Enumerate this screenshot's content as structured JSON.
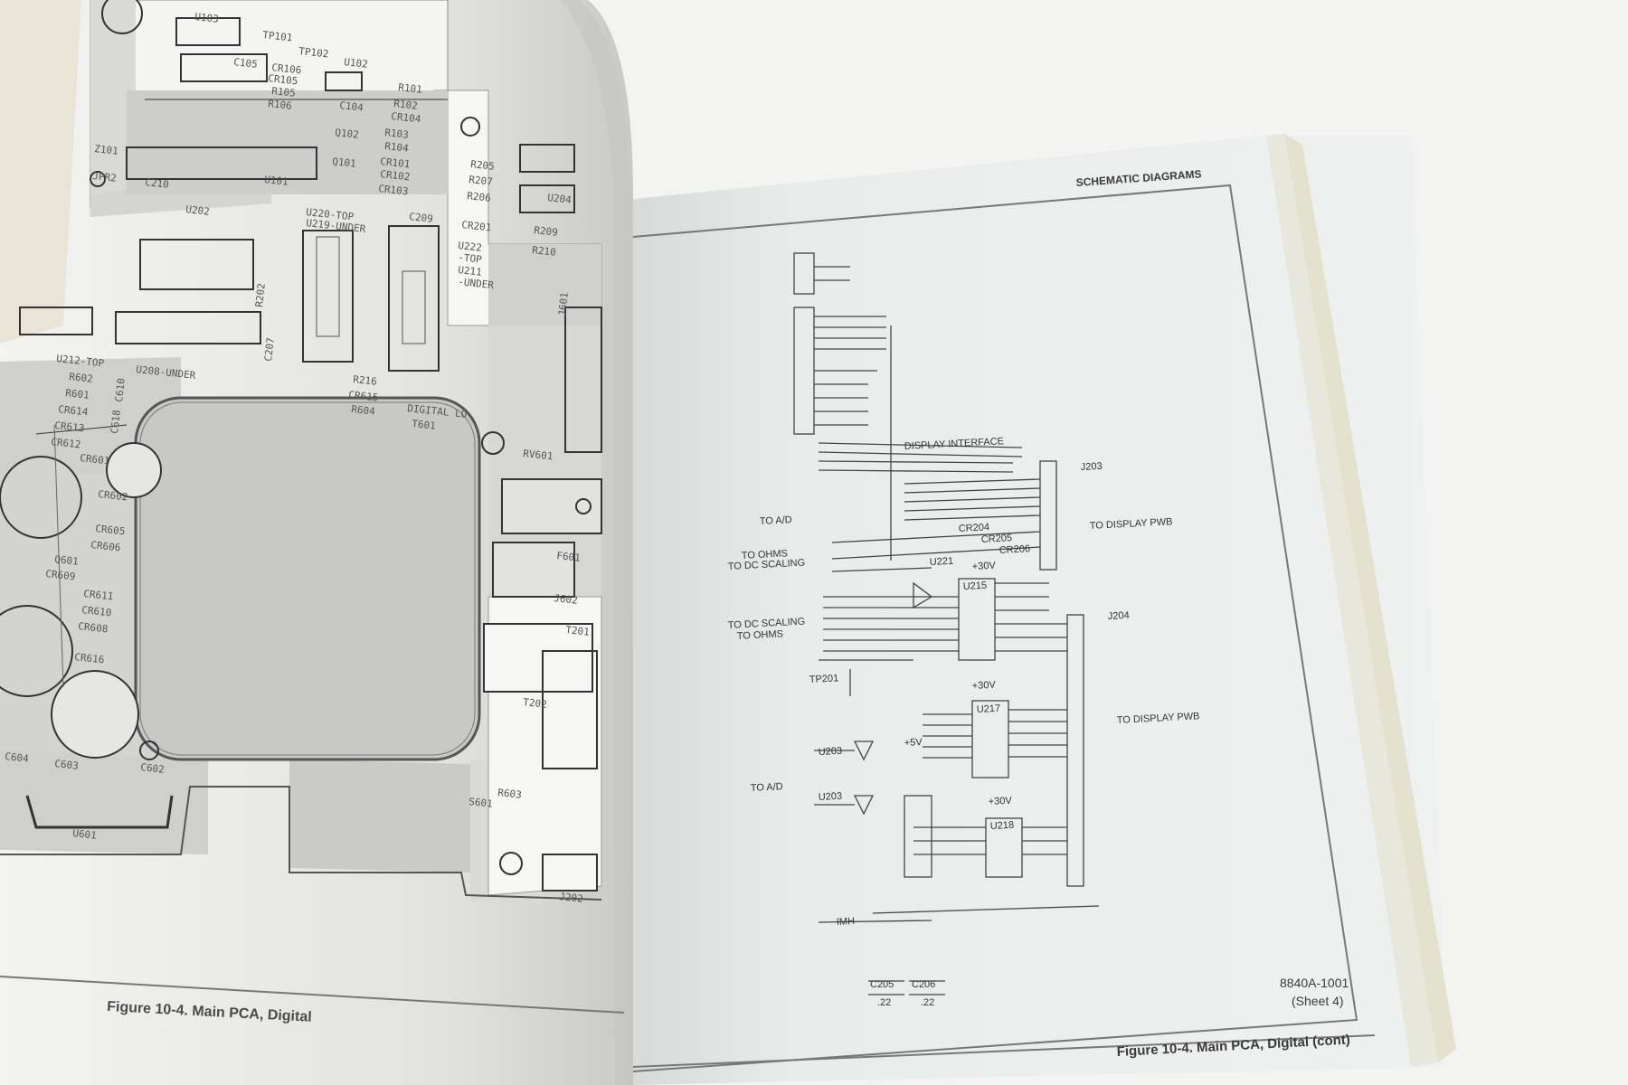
{
  "left_page": {
    "caption": "Figure 10-4. Main PCA, Digital",
    "components": [
      {
        "label": "U103"
      },
      {
        "label": "TP101"
      },
      {
        "label": "TP102"
      },
      {
        "label": "U102"
      },
      {
        "label": "R101"
      },
      {
        "label": "C105"
      },
      {
        "label": "CR106"
      },
      {
        "label": "CR105"
      },
      {
        "label": "R105"
      },
      {
        "label": "R106"
      },
      {
        "label": "C104"
      },
      {
        "label": "R102"
      },
      {
        "label": "CR104"
      },
      {
        "label": "R103"
      },
      {
        "label": "Q102"
      },
      {
        "label": "R104"
      },
      {
        "label": "Q101"
      },
      {
        "label": "CR101"
      },
      {
        "label": "CR102"
      },
      {
        "label": "CR103"
      },
      {
        "label": "Z101"
      },
      {
        "label": "U101"
      },
      {
        "label": "JPR2"
      },
      {
        "label": "C210"
      },
      {
        "label": "U202"
      },
      {
        "label": "U220-TOP"
      },
      {
        "label": "U219-UNDER"
      },
      {
        "label": "C209"
      },
      {
        "label": "R205"
      },
      {
        "label": "R207"
      },
      {
        "label": "R206"
      },
      {
        "label": "CR201"
      },
      {
        "label": "U204"
      },
      {
        "label": "R209"
      },
      {
        "label": "R210"
      },
      {
        "label": "U222"
      },
      {
        "label": "-TOP"
      },
      {
        "label": "U211"
      },
      {
        "label": "-UNDER"
      },
      {
        "label": "R202"
      },
      {
        "label": "C207"
      },
      {
        "label": "J601"
      },
      {
        "label": "U212-TOP"
      },
      {
        "label": "U208-UNDER"
      },
      {
        "label": "R602"
      },
      {
        "label": "R601"
      },
      {
        "label": "CR614"
      },
      {
        "label": "CR613"
      },
      {
        "label": "CR612"
      },
      {
        "label": "C610"
      },
      {
        "label": "C618"
      },
      {
        "label": "R216"
      },
      {
        "label": "CR615"
      },
      {
        "label": "DIGITAL LO"
      },
      {
        "label": "R604"
      },
      {
        "label": "T601"
      },
      {
        "label": "RV601"
      },
      {
        "label": "CR602"
      },
      {
        "label": "CR601"
      },
      {
        "label": "CR605"
      },
      {
        "label": "CR606"
      },
      {
        "label": "Q601"
      },
      {
        "label": "CR609"
      },
      {
        "label": "CR611"
      },
      {
        "label": "CR610"
      },
      {
        "label": "CR608"
      },
      {
        "label": "CR616"
      },
      {
        "label": "F601"
      },
      {
        "label": "J602"
      },
      {
        "label": "T201"
      },
      {
        "label": "T202"
      },
      {
        "label": "C604"
      },
      {
        "label": "C603"
      },
      {
        "label": "C602"
      },
      {
        "label": "R603"
      },
      {
        "label": "S601"
      },
      {
        "label": "J202"
      },
      {
        "label": "U601"
      }
    ]
  },
  "right_page": {
    "header": "SCHEMATIC DIAGRAMS",
    "drawing_number": "8840A-1001",
    "sheet": "(Sheet 4)",
    "caption": "Figure 10-4. Main PCA, Digital (cont)",
    "connectors": [
      "J203",
      "J204"
    ],
    "ics": [
      "U215",
      "U217",
      "U218",
      "U221",
      "U203",
      "U203"
    ],
    "testpoints": [
      "TP201"
    ],
    "rails": [
      "+30V",
      "+30V",
      "+30V",
      "+5V"
    ],
    "caps": [
      {
        "label": "C205",
        "value": ".22"
      },
      {
        "label": "C206",
        "value": ".22"
      }
    ],
    "notes": [
      "DISPLAY INTERFACE",
      "TO A/D",
      "TO OHMS",
      "TO DC SCALING",
      "TO DC SCALING",
      "TO OHMS",
      "TO A/D",
      "TO DISPLAY PWB",
      "TO DISPLAY PWB",
      "CR204",
      "CR205",
      "CR206",
      "IMH"
    ]
  }
}
